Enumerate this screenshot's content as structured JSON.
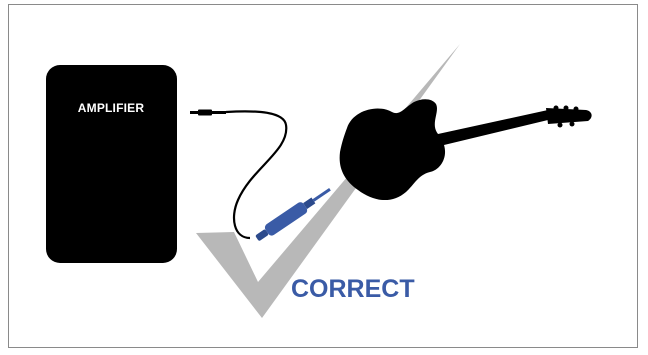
{
  "diagram": {
    "amplifier_label": "AMPLIFIER",
    "status_label": "CORRECT",
    "icons": {
      "amplifier": "amplifier-box",
      "cable": "instrument-cable",
      "guitar": "electric-guitar-icon",
      "check": "check-mark-icon"
    },
    "colors": {
      "amplifier": "#000000",
      "guitar": "#000000",
      "check": "#b8b8b8",
      "plug": "#3a5ba6",
      "status_text": "#3a5ba6"
    }
  }
}
